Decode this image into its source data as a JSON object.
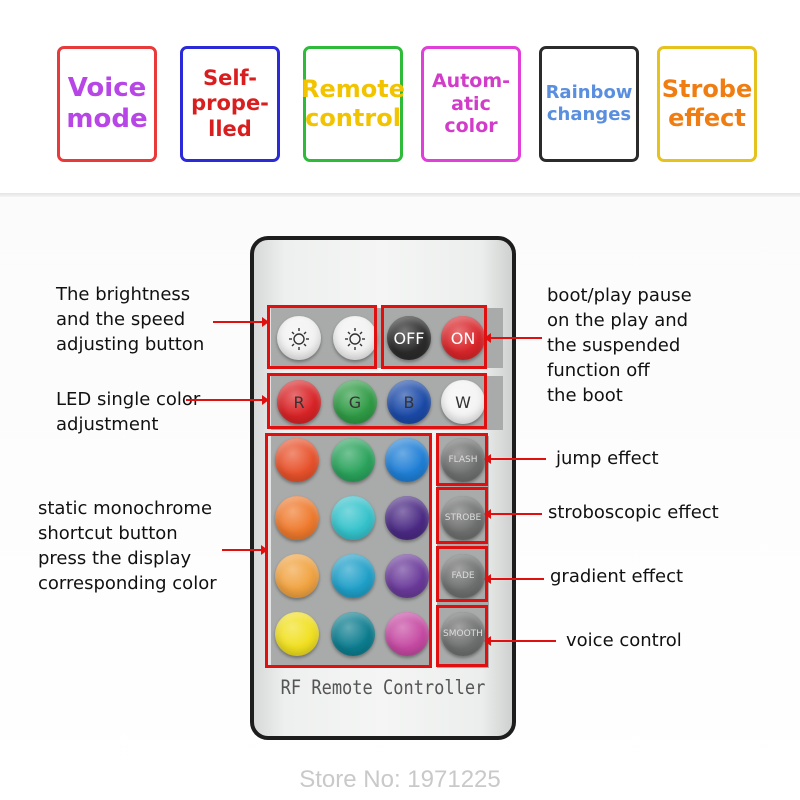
{
  "mode_cards": [
    {
      "lines": [
        "Voice",
        "mode"
      ],
      "border": "#e83a3a",
      "color": "#b845e6",
      "size": 26
    },
    {
      "lines": [
        "Self-",
        "prope-",
        "lled"
      ],
      "border": "#2a2ad8",
      "color": "#d81e1e",
      "size": 21
    },
    {
      "lines": [
        "Remote",
        "control"
      ],
      "border": "#2fbb3a",
      "color": "#f2c400",
      "size": 24
    },
    {
      "lines": [
        "Autom-",
        "atic",
        "color"
      ],
      "border": "#e03fd8",
      "color": "#d13cc9",
      "size": 19
    },
    {
      "lines": [
        "Rainbow",
        "changes"
      ],
      "border": "#2b2b2b",
      "color": "#5a8fe0",
      "size": 18
    },
    {
      "lines": [
        "Strobe",
        "effect"
      ],
      "border": "#e6c21e",
      "color": "#f07d12",
      "size": 24
    }
  ],
  "remote": {
    "label": "RF Remote Controller",
    "top_row": [
      {
        "name": "brightness-up-button",
        "icon": "sun-up-icon",
        "text": "",
        "color": "#f2f2f2"
      },
      {
        "name": "brightness-down-button",
        "icon": "sun-down-icon",
        "text": "",
        "color": "#f2f2f2"
      },
      {
        "name": "off-button",
        "text": "OFF",
        "color": "#2b2b2b",
        "text_color": "#ffffff"
      },
      {
        "name": "on-button",
        "text": "ON",
        "color": "#d9262a",
        "text_color": "#ffffff"
      }
    ],
    "rgbw_row": [
      {
        "name": "red-button",
        "text": "R",
        "color": "#d92326"
      },
      {
        "name": "green-button",
        "text": "G",
        "color": "#2f9b45"
      },
      {
        "name": "blue-button",
        "text": "B",
        "color": "#1b4aa8"
      },
      {
        "name": "white-button",
        "text": "W",
        "color": "#f4f4f4"
      }
    ],
    "color_grid": [
      [
        "#e8522b",
        "#2aa35c",
        "#1f7fd6"
      ],
      [
        "#ef7a2d",
        "#35c3cc",
        "#4b2a84"
      ],
      [
        "#f1a341",
        "#1fa0c9",
        "#6a3a9a"
      ],
      [
        "#f1e020",
        "#0c7d8f",
        "#c64aa3"
      ]
    ],
    "effect_buttons": [
      {
        "name": "flash-button",
        "text": "FLASH"
      },
      {
        "name": "strobe-button",
        "text": "STROBE"
      },
      {
        "name": "fade-button",
        "text": "FADE"
      },
      {
        "name": "smooth-button",
        "text": "SMOOTH"
      }
    ]
  },
  "annotations": {
    "brightness": "The brightness\nand the speed\nadjusting button",
    "led_single": "LED single color\nadjustment",
    "static_mono": "static monochrome\nshortcut button\npress the display\ncorresponding color",
    "boot_play": "boot/play pause\non the play and\nthe suspended\nfunction off\nthe boot",
    "jump": "jump effect",
    "strobo": "stroboscopic effect",
    "gradient": "gradient effect",
    "voice": "voice control"
  },
  "accent_color": "#e01010",
  "watermark": "Store No: 1971225"
}
